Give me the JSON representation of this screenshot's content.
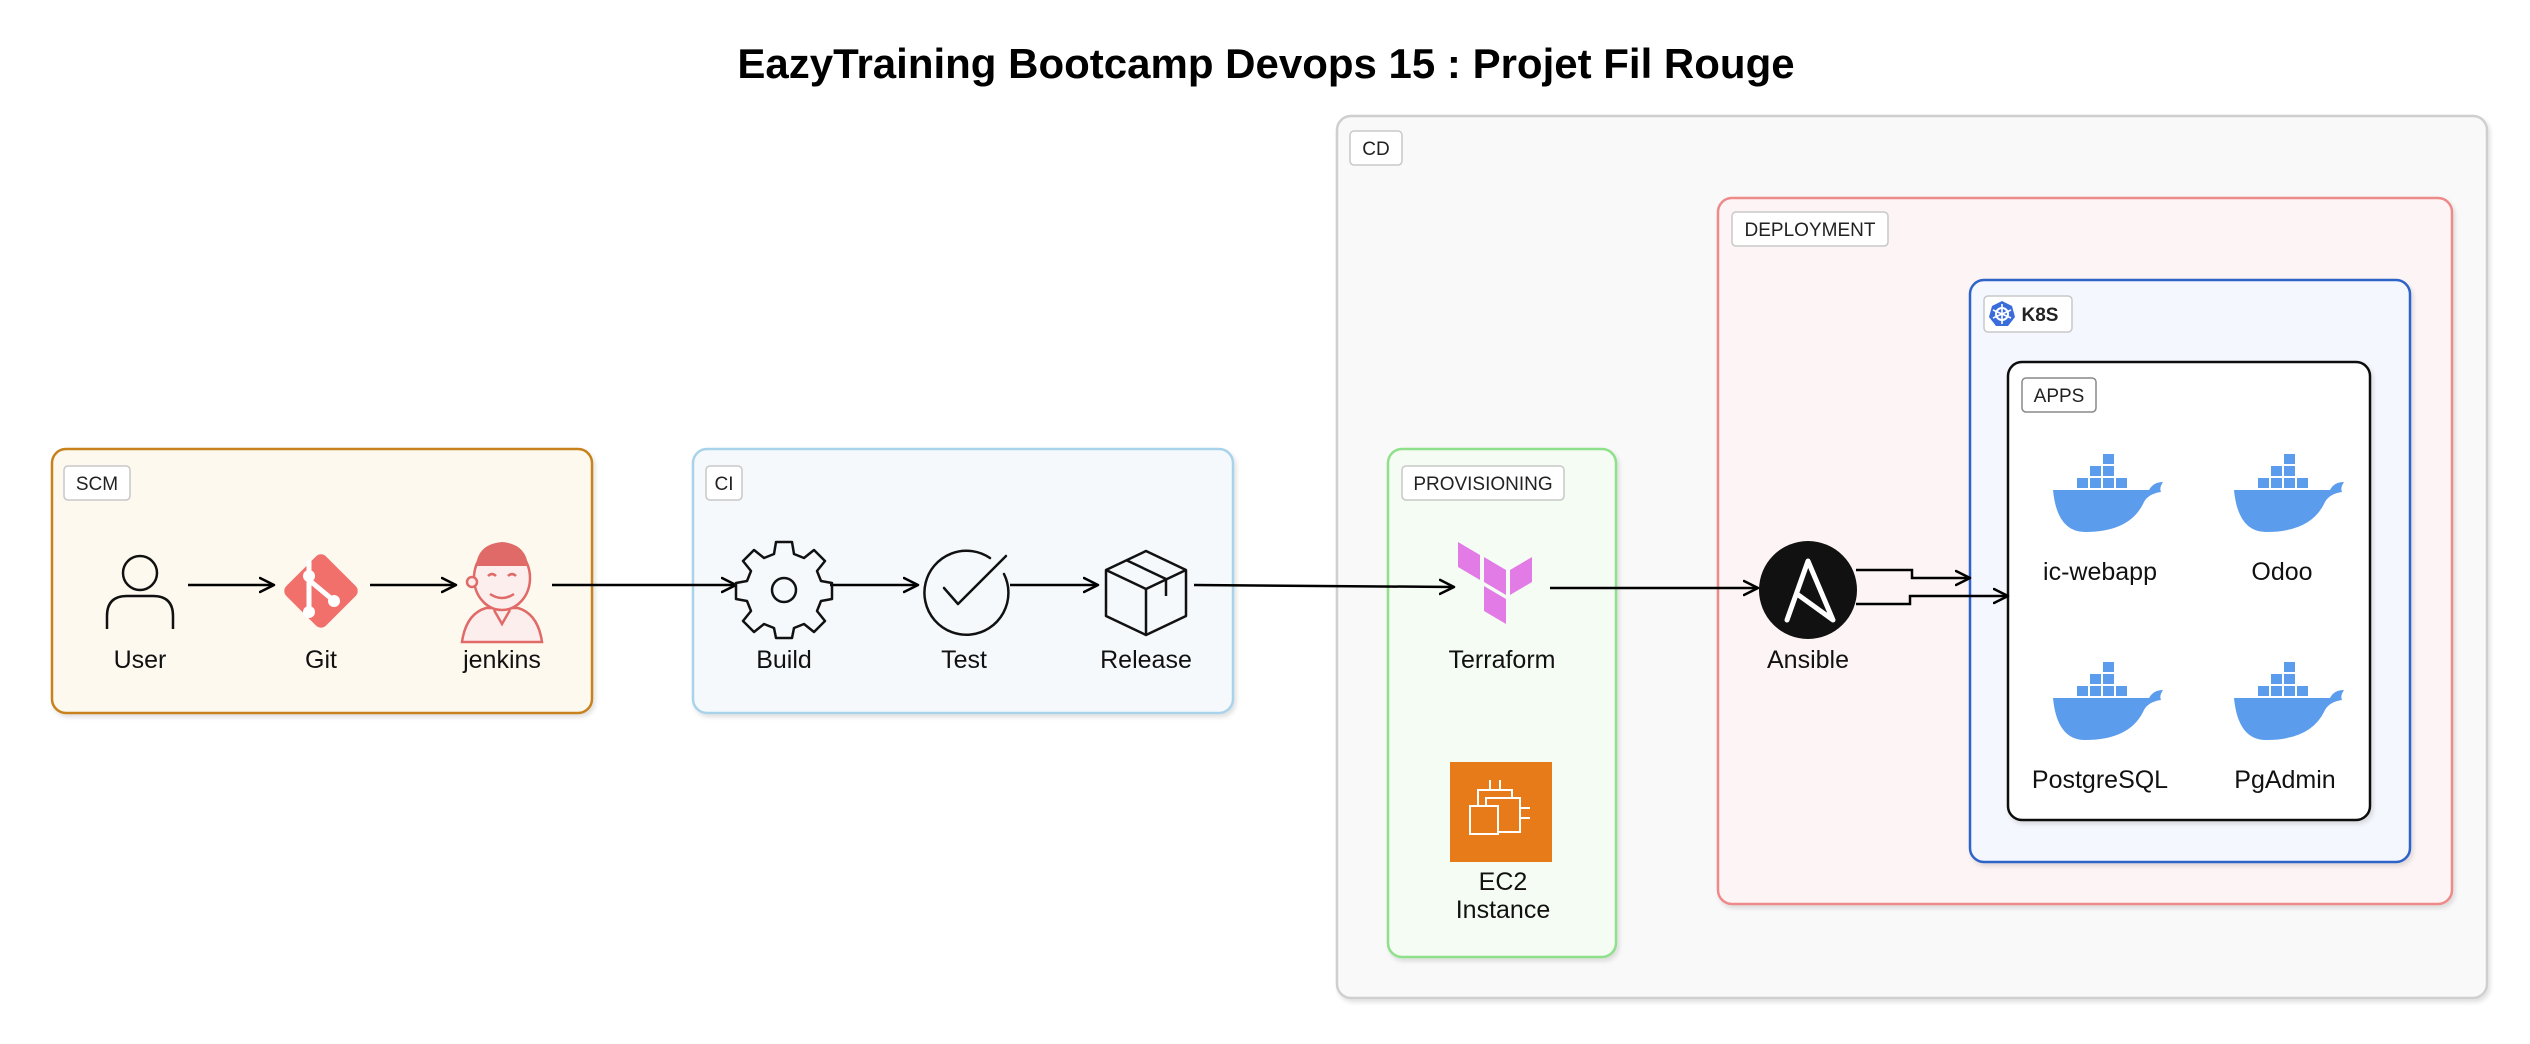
{
  "title": "EazyTraining Bootcamp Devops 15 : Projet Fil Rouge",
  "groups": {
    "scm": "SCM",
    "ci": "CI",
    "cd": "CD",
    "provisioning": "PROVISIONING",
    "deployment": "DEPLOYMENT",
    "k8s": "K8S",
    "apps": "APPS"
  },
  "nodes": {
    "user": "User",
    "git": "Git",
    "jenkins": "jenkins",
    "build": "Build",
    "test": "Test",
    "release": "Release",
    "terraform": "Terraform",
    "ec2_line1": "EC2",
    "ec2_line2": "Instance",
    "ansible": "Ansible",
    "ic_webapp": "ic-webapp",
    "odoo": "Odoo",
    "postgresql": "PostgreSQL",
    "pgadmin": "PgAdmin"
  },
  "colors": {
    "scm": "#c7821e",
    "ci": "#a9d3ea",
    "cd": "#cfcfcf",
    "provisioning": "#8fe08a",
    "deployment": "#ee8a8a",
    "k8s": "#2f63c8",
    "apps": "#111111",
    "git": "#f2706c",
    "jenkins": "#e06a67",
    "terraform": "#e27be6",
    "ec2": "#e77a19",
    "docker": "#5b9cec",
    "ansible": "#111111",
    "k8s_icon": "#3a6cdb"
  },
  "icons": {
    "user": "user-icon",
    "git": "git-icon",
    "jenkins": "jenkins-icon",
    "build": "gear-icon",
    "test": "check-circle-icon",
    "release": "package-icon",
    "terraform": "terraform-icon",
    "ec2": "ec2-instance-icon",
    "ansible": "ansible-icon",
    "k8s": "kubernetes-icon",
    "app": "docker-icon"
  }
}
